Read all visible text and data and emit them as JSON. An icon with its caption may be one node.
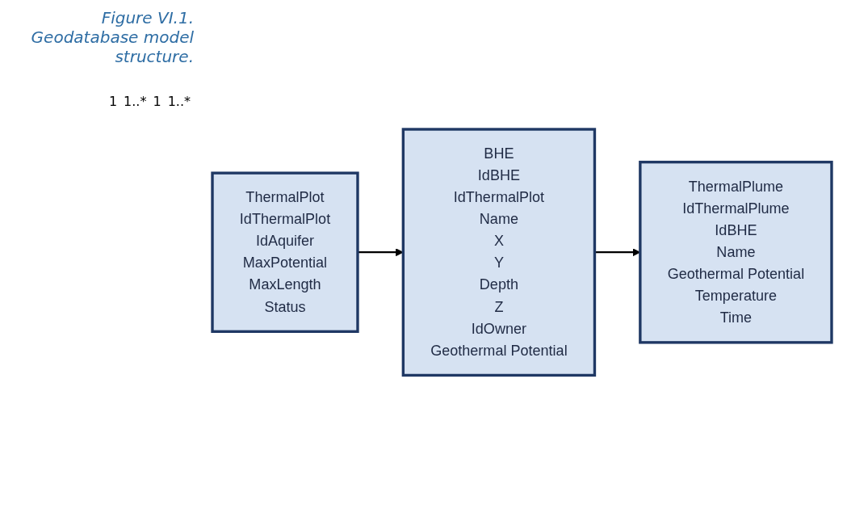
{
  "diagram": {
    "caption": "Figure VI.1. Geodatabase model structure.",
    "nodes": [
      {
        "text": [
          "ThermalPlot",
          "IdThermalPlot",
          "IdAquifer",
          "MaxPotential",
          "MaxLength",
          "Status"
        ]
      },
      {
        "text": [
          "BHE",
          "IdBHE",
          "IdThermalPlot",
          "Name",
          "X",
          "Y",
          "Depth",
          "Z",
          "IdOwner",
          "Geothermal Potential"
        ]
      },
      {
        "text": [
          "ThermalPlume",
          "IdThermalPlume",
          "IdBHE",
          "Name",
          "Geothermal Potential",
          "Temperature",
          "Time"
        ]
      }
    ],
    "edges": [
      {
        "from": 0,
        "to": 1,
        "arrow": "to"
      },
      {
        "from": 1,
        "to": 2,
        "arrow": "to"
      }
    ],
    "labels": [
      "1",
      "1..*",
      "1",
      "1..*"
    ]
  }
}
